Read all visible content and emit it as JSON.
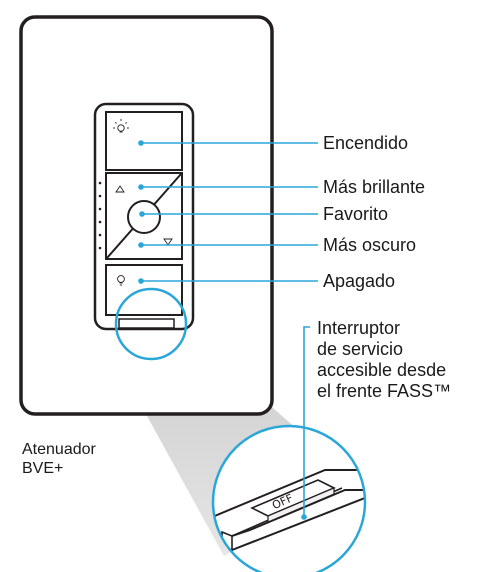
{
  "labels": {
    "on": "Encendido",
    "raise": "Más brillante",
    "favorite": "Favorito",
    "lower": "Más oscuro",
    "off": "Apagado",
    "fass": "Interruptor\nde servicio\naccesible desde\nel frente FASS™"
  },
  "caption": "Atenuador\nBVE+",
  "switch_label": "OFF",
  "colors": {
    "callout_line": "#2aa6d9",
    "outline": "#231f20",
    "magnifier_fill": "#bdbdbd"
  },
  "icons": [
    "bulb-on-icon",
    "raise-arrow-icon",
    "lower-arrow-icon",
    "bulb-off-icon",
    "status-led-dots"
  ]
}
